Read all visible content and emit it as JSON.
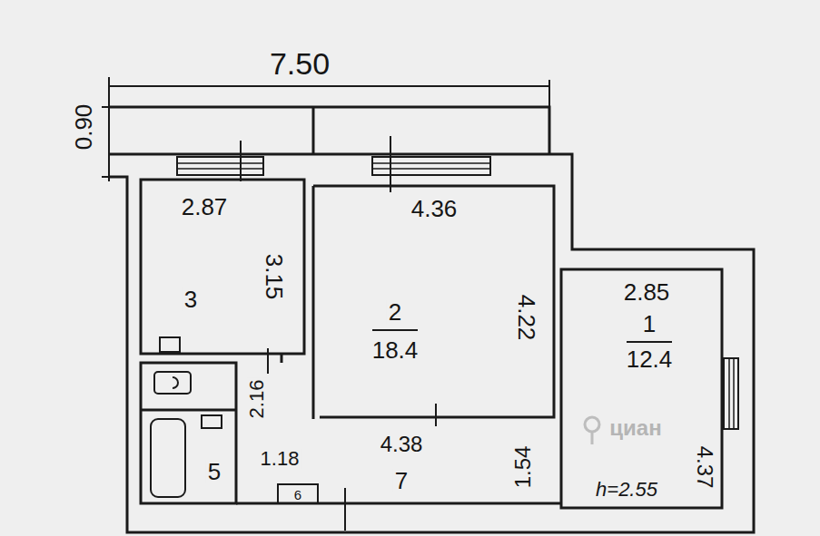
{
  "diagram": {
    "labels": [
      "7.50",
      "0.90",
      "2.87",
      "4.36",
      "3",
      "3.15",
      "2",
      "18.4",
      "4.22",
      "2.85",
      "1",
      "12.4",
      "4.37",
      "4.38",
      "7",
      "1.54",
      "5",
      "2.16",
      "1.18",
      "6",
      "h=2.55",
      "циан"
    ]
  }
}
